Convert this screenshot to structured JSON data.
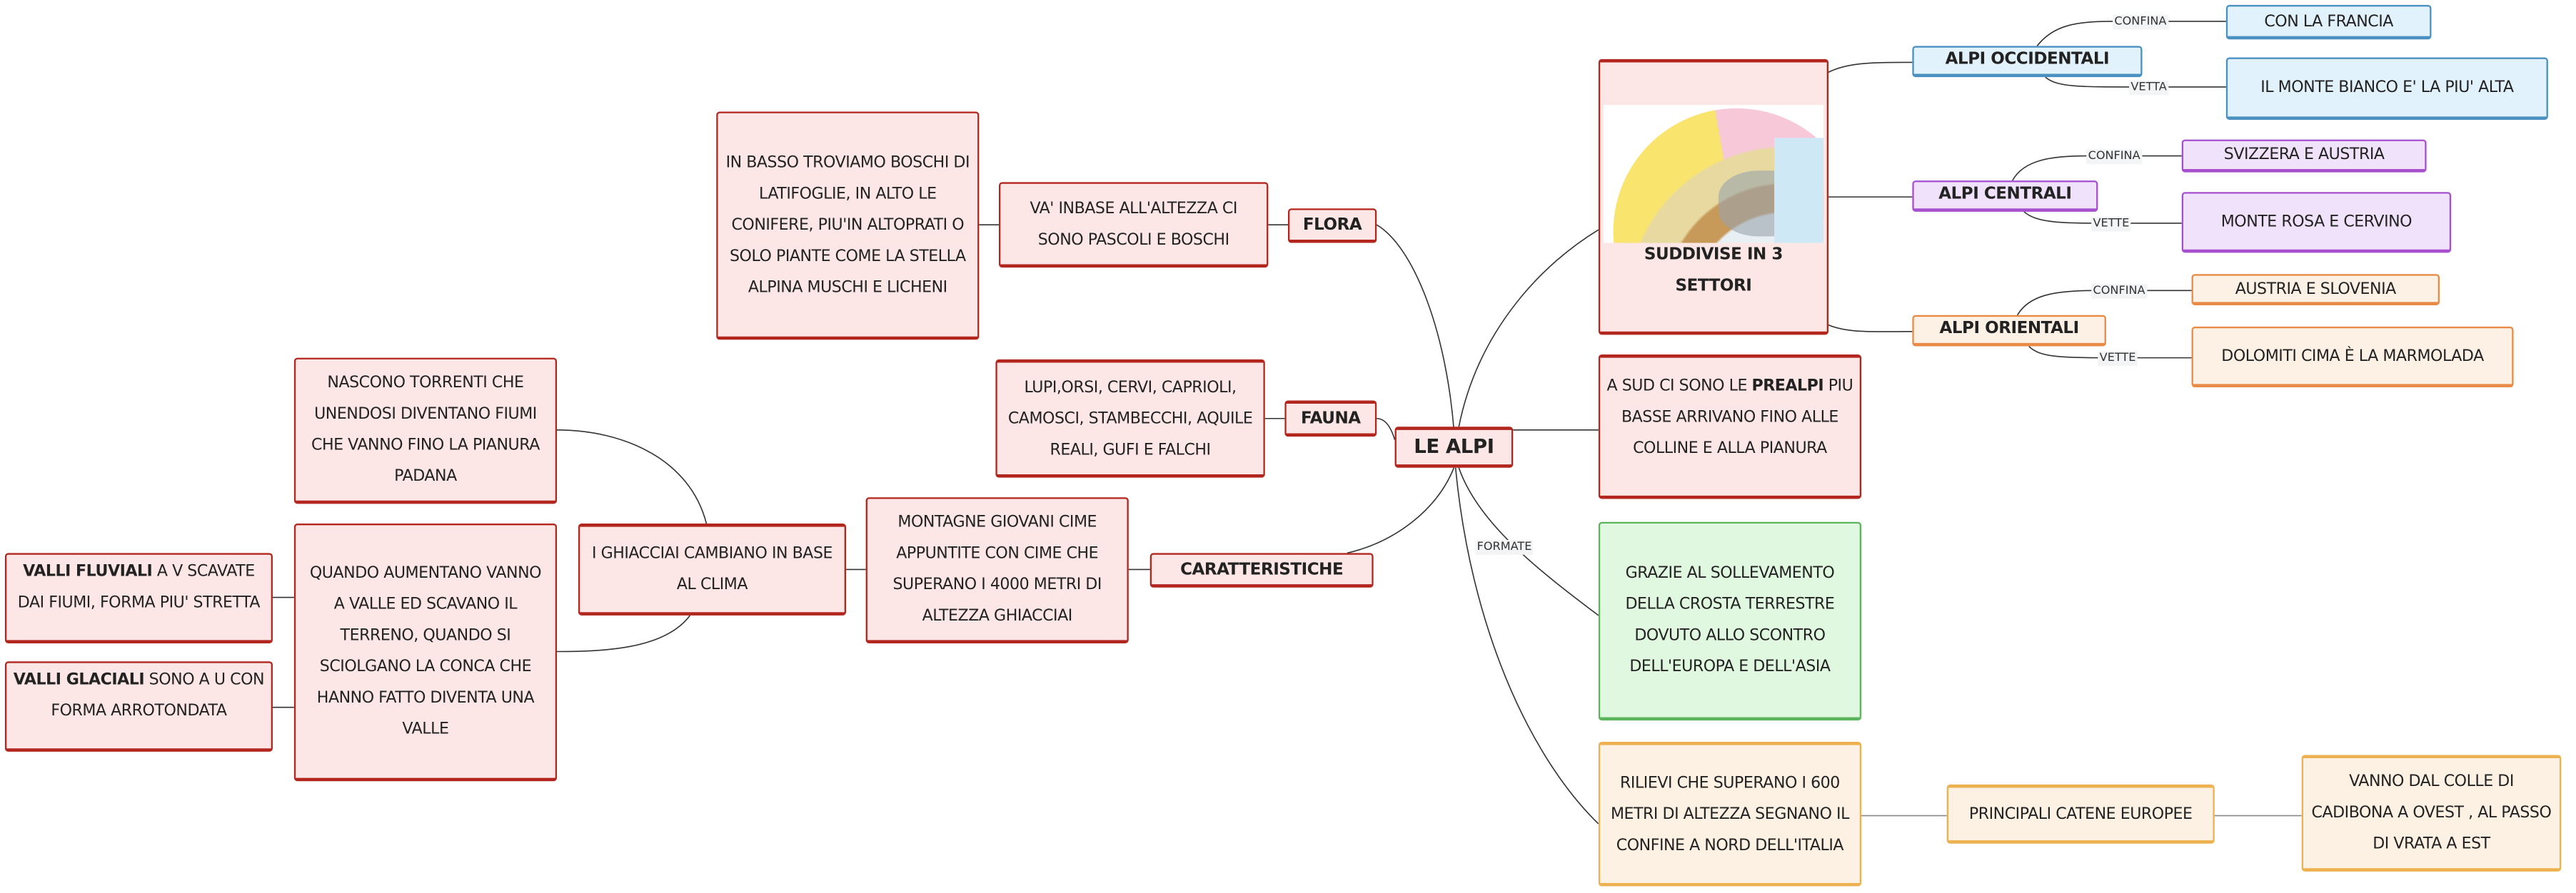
{
  "central": "LE ALPI",
  "flora": {
    "label": "FLORA",
    "desc": "VA' INBASE ALL'ALTEZZA CI SONO PASCOLI E BOSCHI",
    "detail": "IN BASSO TROVIAMO BOSCHI DI LATIFOGLIE, IN ALTO LE CONIFERE, PIU'IN ALTOPRATI O SOLO PIANTE COME LA STELLA ALPINA MUSCHI E LICHENI"
  },
  "fauna": {
    "label": "FAUNA",
    "desc": "LUPI,ORSI, CERVI, CAPRIOLI, CAMOSCI, STAMBECCHI, AQUILE REALI, GUFI E FALCHI"
  },
  "caratteristiche": {
    "label": "CARATTERISTICHE",
    "desc": "MONTAGNE GIOVANI CIME APPUNTITE CON CIME CHE SUPERANO I 4000 METRI DI ALTEZZA GHIACCIAI",
    "ghiacciai": "I GHIACCIAI CAMBIANO IN BASE AL CLIMA",
    "torrenti": "NASCONO TORRENTI CHE UNENDOSI DIVENTANO FIUMI CHE VANNO FINO LA PIANURA PADANA",
    "valle": "QUANDO AUMENTANO VANNO A VALLE ED SCAVANO IL TERRENO, QUANDO SI SCIOLGANO LA CONCA CHE HANNO FATTO DIVENTA UNA VALLE",
    "fluviali_b": "VALLI FLUVIALI",
    "fluviali": " A V SCAVATE DAI FIUMI, FORMA PIU' STRETTA",
    "glaciali_b": "VALLI GLACIALI",
    "glaciali": " SONO A U CON FORMA ARROTONDATA"
  },
  "settori": {
    "label": "SUDDIVISE IN 3 SETTORI",
    "occidentali": {
      "label": "ALPI OCCIDENTALI",
      "l1": "CONFINA",
      "v1": "CON LA FRANCIA",
      "l2": "VETTA",
      "v2": "IL MONTE BIANCO E' LA PIU' ALTA"
    },
    "centrali": {
      "label": "ALPI CENTRALI",
      "l1": "CONFINA",
      "v1": "SVIZZERA E AUSTRIA",
      "l2": "VETTE",
      "v2": "MONTE ROSA E CERVINO"
    },
    "orientali": {
      "label": "ALPI ORIENTALI",
      "l1": "CONFINA",
      "v1": "AUSTRIA E SLOVENIA",
      "l2": "VETTE",
      "v2": "DOLOMITI CIMA è LA MARMOLADA"
    }
  },
  "prealpi": {
    "pre": "A SUD CI SONO LE ",
    "b": "PREALPI",
    "post": " PIU BASSE ARRIVANO FINO ALLE COLLINE E ALLA PIANURA"
  },
  "formate": {
    "label": "FORMATE",
    "desc": "GRAZIE AL SOLLEVAMENTO DELLA CROSTA TERRESTRE DOVUTO ALLO SCONTRO DELL'EUROPA E DELL'ASIA"
  },
  "rilievi": {
    "desc": "RILIEVI CHE SUPERANO I 600 METRI DI ALTEZZA SEGNANO IL CONFINE A NORD DELL'ITALIA",
    "catene": "PRINCIPALI CATENE EUROPEE",
    "estensione": "VANNO DAL COLLE DI CADIBONA A OVEST , AL PASSO DI VRATA A EST"
  },
  "colors": {
    "red": "#b3261e",
    "blue": "#4a90c0",
    "purple": "#a64fcf",
    "orange": "#e98b46",
    "green": "#5bb55b",
    "yellow": "#eeb14f"
  }
}
